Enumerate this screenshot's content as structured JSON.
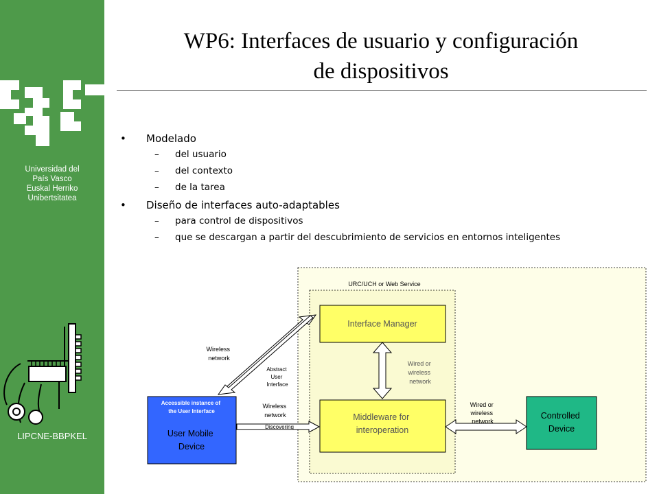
{
  "sidebar": {
    "university_lines": [
      "Universidad del",
      "País Vasco",
      "Euskal Herriko",
      "Unibertsitatea"
    ],
    "lab_name": "LIPCNE-BBPKEL",
    "color": "#4e9a4a"
  },
  "title": {
    "line1": "WP6: Interfaces de usuario y configuración",
    "line2": "de dispositivos"
  },
  "bullets": [
    {
      "text": "Modelado",
      "subs": [
        "del usuario",
        "del contexto",
        "de la tarea"
      ]
    },
    {
      "text": "Diseño de interfaces auto-adaptables",
      "subs": [
        "para control de dispositivos",
        "que se descargan a partir del descubrimiento de servicios en entornos inteligentes"
      ]
    }
  ],
  "diagram": {
    "outer_label": "URC/UCH or Web Service",
    "interface_manager": "Interface Manager",
    "middleware_lines": [
      "Middleware for",
      "interoperation"
    ],
    "user_device_header_lines": [
      "Accessible instance of",
      "the User Interface"
    ],
    "user_device_lines": [
      "User Mobile",
      "Device"
    ],
    "controlled_device_lines": [
      "Controlled",
      "Device"
    ],
    "wireless_network_top_lines": [
      "Wireless",
      "network"
    ],
    "abstract_ui_lines": [
      "Abstract",
      "User",
      "Interface"
    ],
    "wireless_network_bottom_lines": [
      "Wireless",
      "network"
    ],
    "discovering": "Discovering",
    "wired_wireless_center_lines": [
      "Wired or",
      "wireless",
      "network"
    ],
    "wired_wireless_right_lines": [
      "Wired or",
      "wireless",
      "network"
    ],
    "colors": {
      "outer_bg": "#fefee8",
      "yellow_box": "#ffff66",
      "user_device": "#3366ff",
      "controlled_device": "#1fb886"
    }
  }
}
